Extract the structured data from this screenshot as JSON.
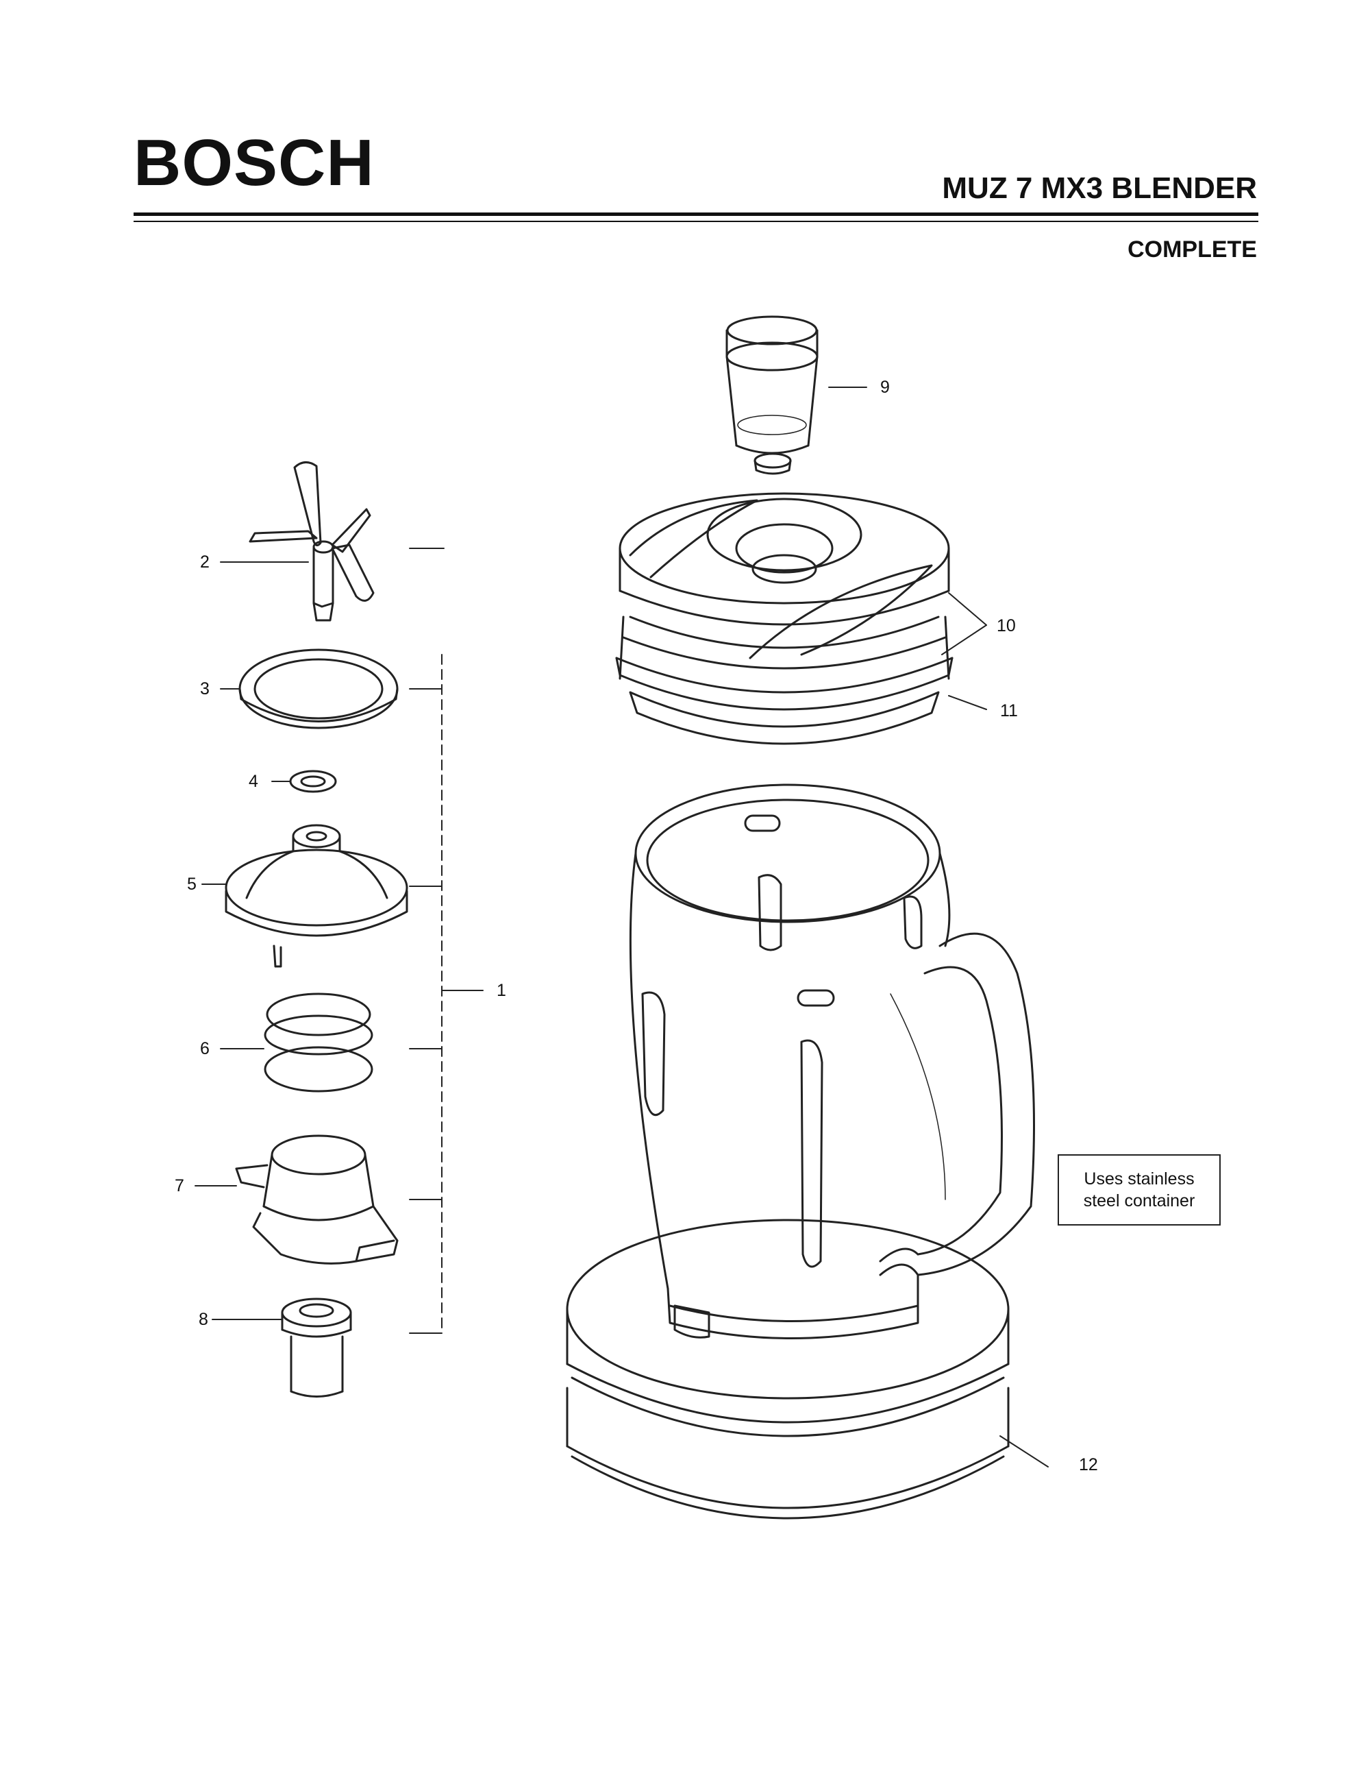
{
  "header": {
    "brand": "BOSCH",
    "title": "MUZ 7 MX3 BLENDER",
    "subtitle": "COMPLETE"
  },
  "note": {
    "line1": "Uses stainless",
    "line2": "steel container"
  },
  "callouts": {
    "c1": "1",
    "c2": "2",
    "c3": "3",
    "c4": "4",
    "c5": "5",
    "c6": "6",
    "c7": "7",
    "c8": "8",
    "c9": "9",
    "c10": "10",
    "c11": "11",
    "c12": "12"
  },
  "colors": {
    "line": "#222222",
    "background": "#ffffff"
  }
}
